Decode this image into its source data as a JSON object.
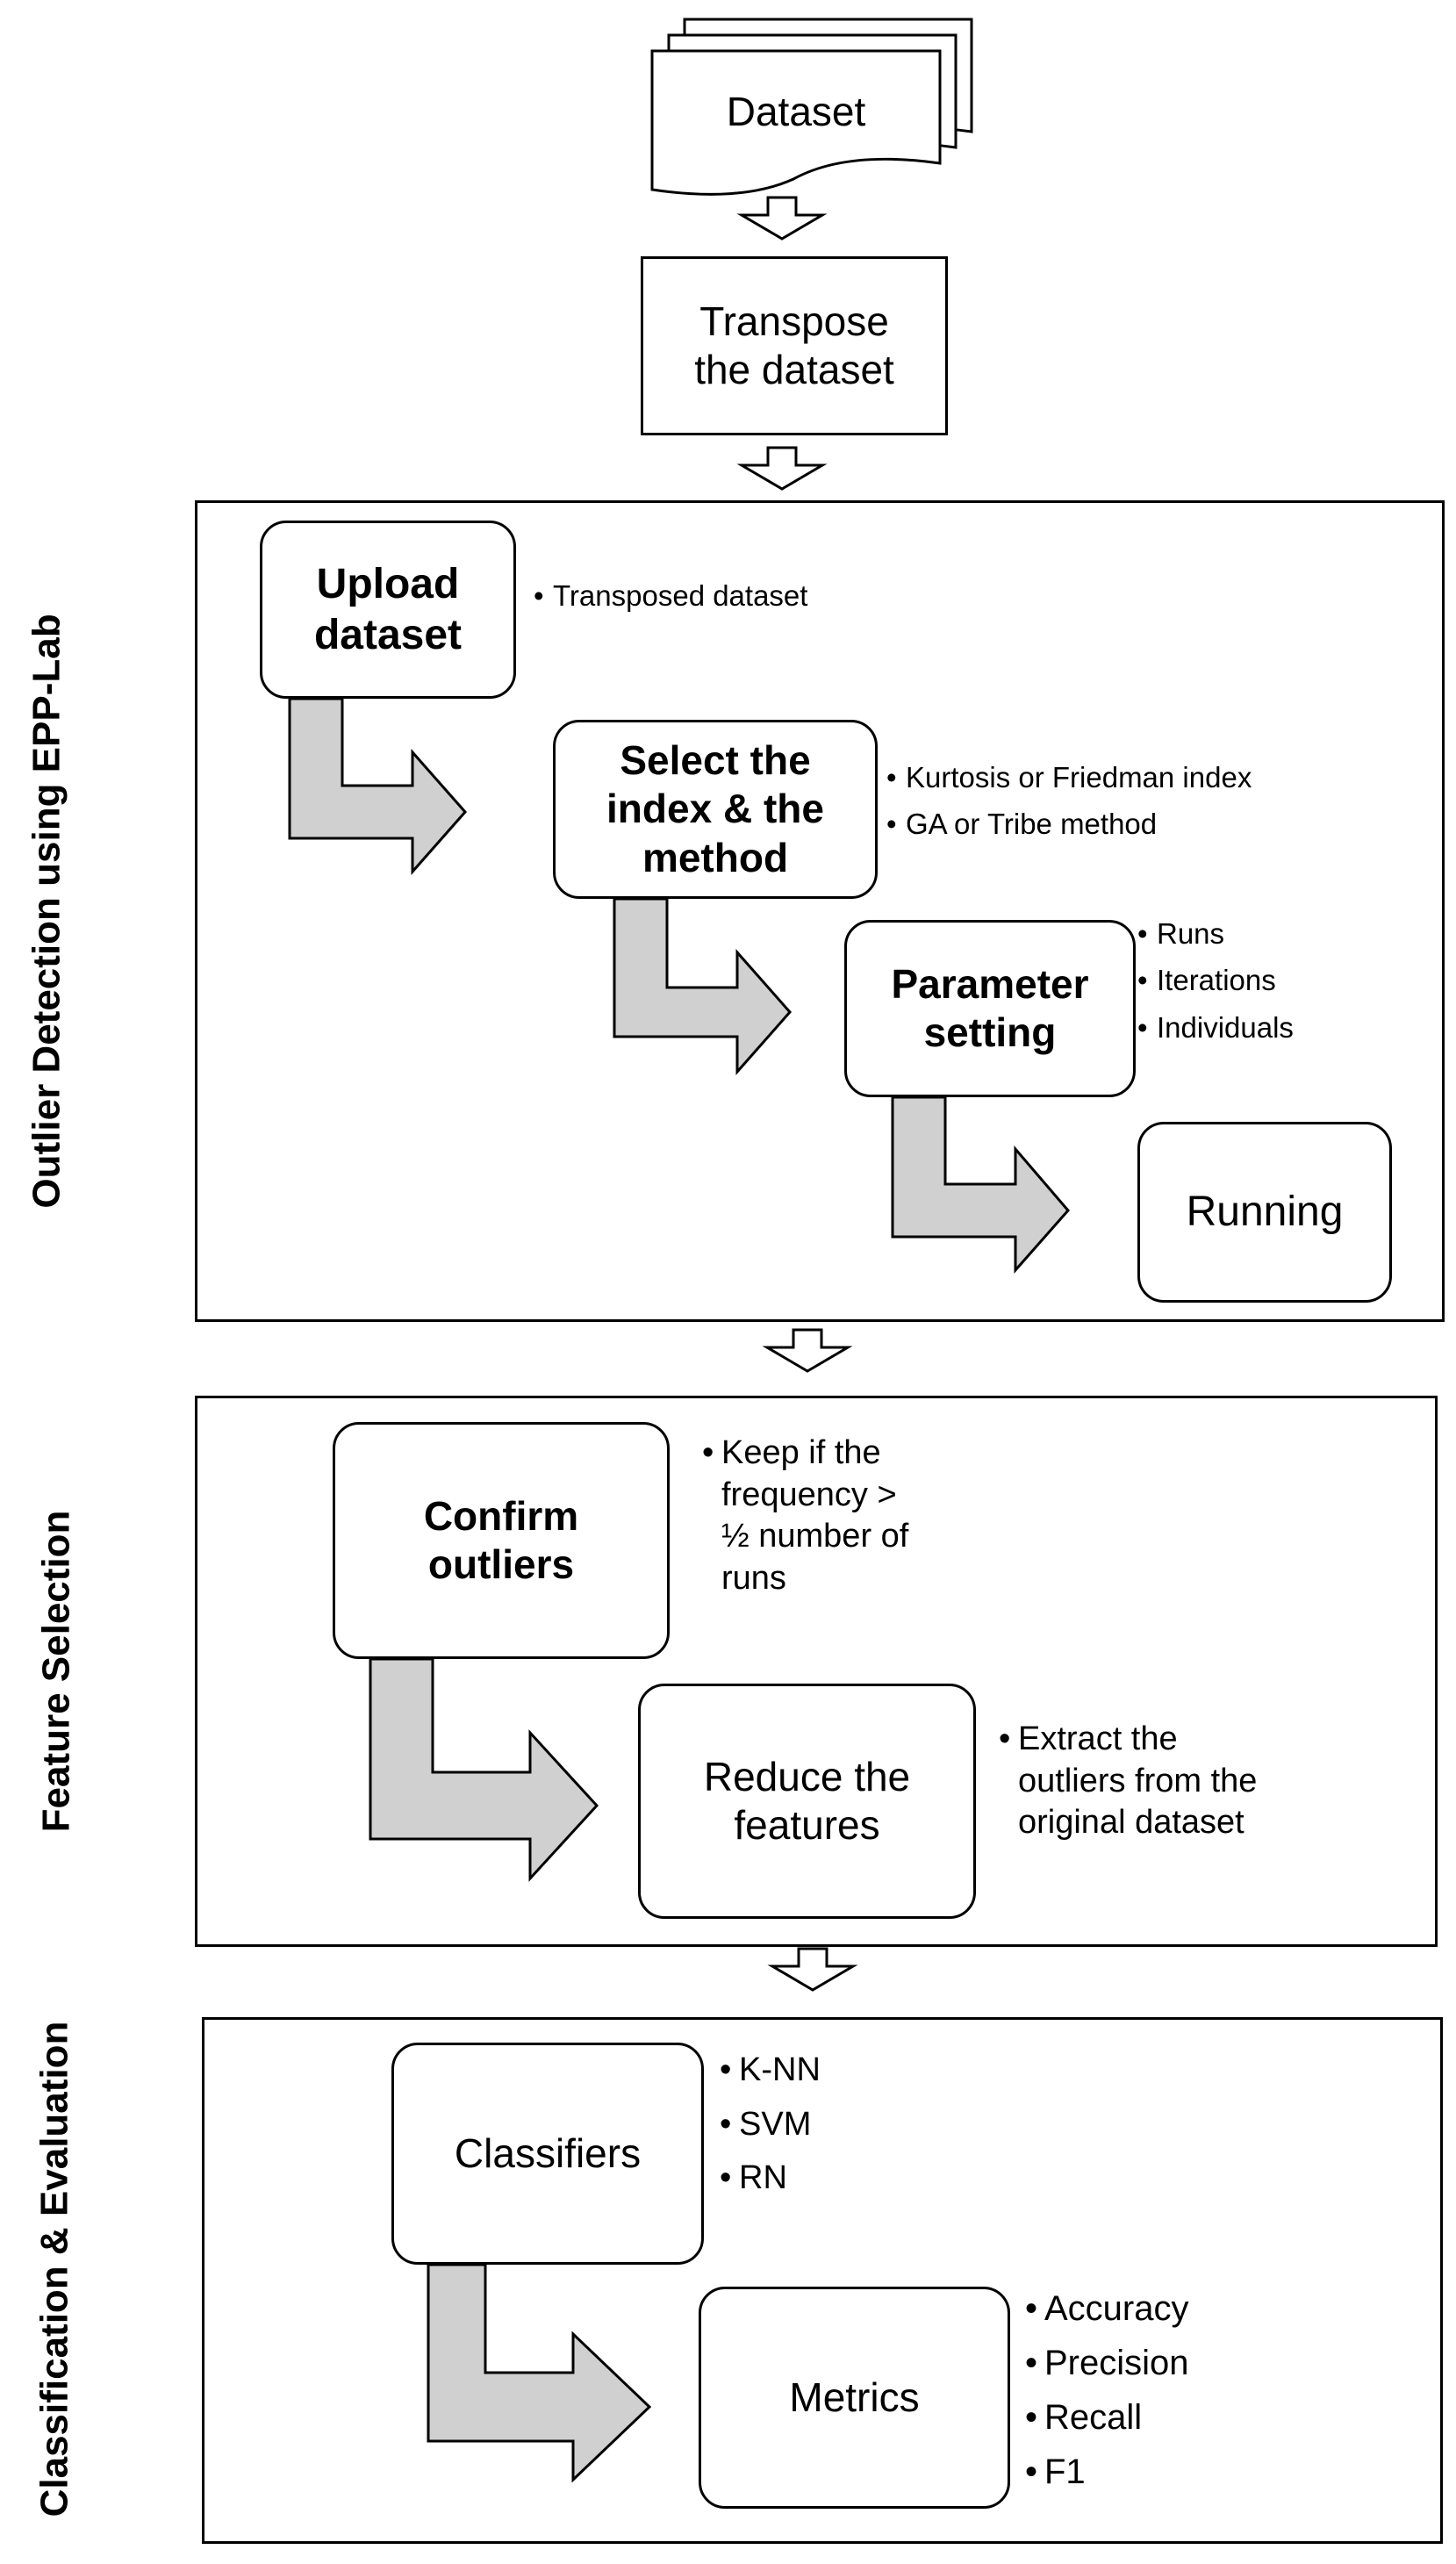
{
  "stages": {
    "dataset": "Dataset",
    "transpose": "Transpose\nthe dataset"
  },
  "outlier_section": {
    "title": "Outlier Detection using EPP-Lab",
    "upload": "Upload\ndataset",
    "upload_notes": [
      "Transposed dataset"
    ],
    "select": "Select the\nindex & the\nmethod",
    "select_notes": [
      "Kurtosis or Friedman index",
      "GA or Tribe method"
    ],
    "parameter": "Parameter\nsetting",
    "parameter_notes": [
      "Runs",
      "Iterations",
      "Individuals"
    ],
    "running": "Running"
  },
  "feature_section": {
    "title": "Feature Selection",
    "confirm": "Confirm\noutliers",
    "confirm_notes": [
      "Keep if the\nfrequency >\n½ number of\nruns"
    ],
    "reduce": "Reduce the\nfeatures",
    "reduce_notes": [
      "Extract the\noutliers from the\noriginal dataset"
    ]
  },
  "classification_section": {
    "title": "Classification & Evaluation",
    "classifiers": "Classifiers",
    "classifier_notes": [
      "K-NN",
      "SVM",
      "RN"
    ],
    "metrics": "Metrics",
    "metric_notes": [
      "Accuracy",
      "Precision",
      "Recall",
      "F1"
    ]
  },
  "colors": {
    "arrow_fill": "#d0d0d0",
    "stroke": "#000000"
  }
}
